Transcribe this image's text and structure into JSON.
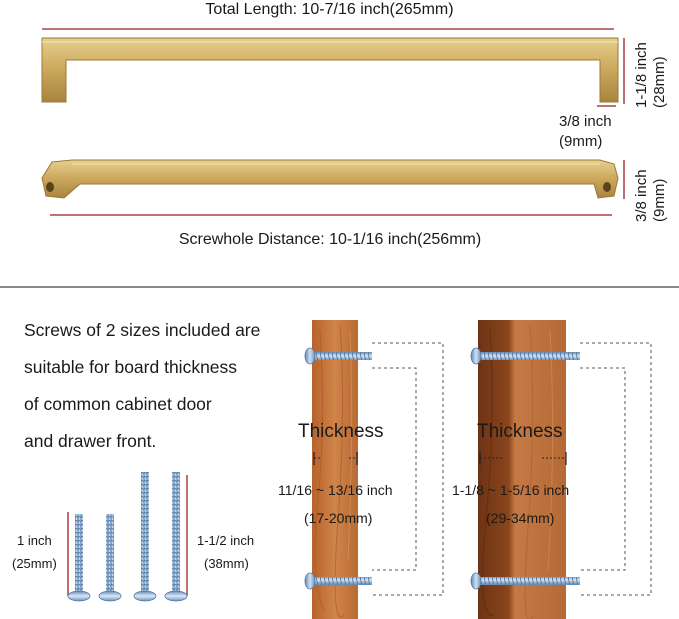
{
  "top": {
    "total_length": "Total Length: 10-7/16 inch(265mm)",
    "height_inch": "1-1/8 inch",
    "height_mm": "(28mm)",
    "leg_inch": "3/8 inch",
    "leg_mm": "(9mm)",
    "bar_inch": "3/8 inch",
    "bar_mm": "(9mm)",
    "screwhole": "Screwhole Distance: 10-1/16 inch(256mm)"
  },
  "note": {
    "lines": [
      "Screws of 2 sizes included are",
      "suitable for board thickness",
      "of common cabinet door",
      "and drawer front."
    ]
  },
  "screws": {
    "short_inch": "1 inch",
    "short_mm": "(25mm)",
    "long_inch": "1-1/2 inch",
    "long_mm": "(38mm)"
  },
  "boards": {
    "left": {
      "label": "Thickness",
      "range": "11/16 ~ 13/16 inch",
      "mm": "(17-20mm)"
    },
    "right": {
      "label": "Thickness",
      "range": "1-1/8 ~ 1-5/16 inch",
      "mm": "(29-34mm)"
    }
  },
  "colors": {
    "gold": "#c9a758",
    "dim_line": "#9b1f1f",
    "wood_light": "#c7773e",
    "wood_dark": "#7a3a16",
    "screw": "#8fb3d6"
  }
}
